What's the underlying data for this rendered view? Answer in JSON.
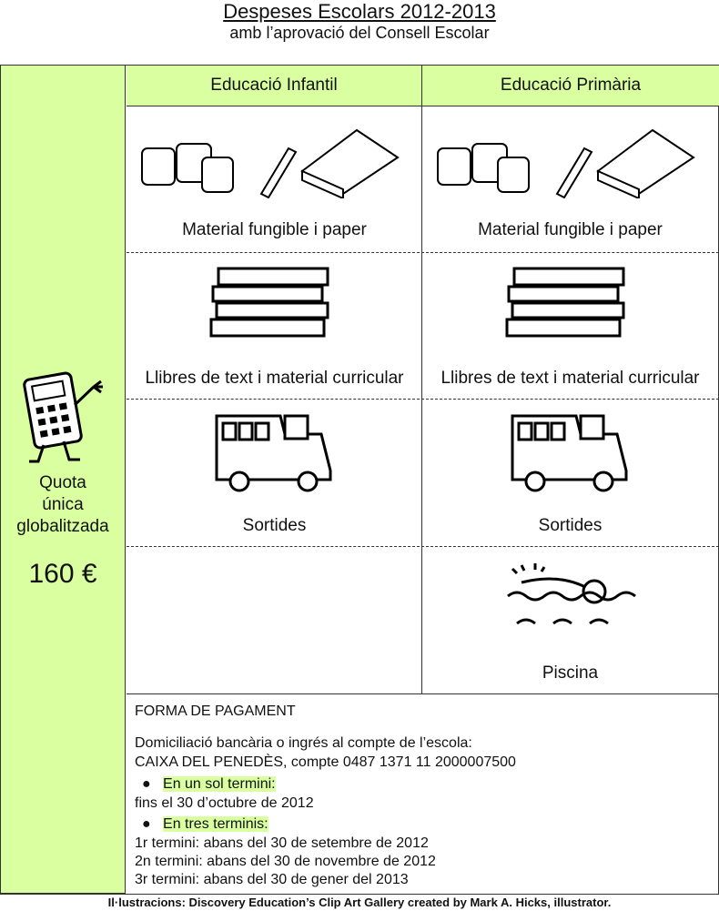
{
  "header": {
    "title": "Despeses Escolars 2012-2013",
    "subtitle": "amb l’aprovació del Consell Escolar"
  },
  "quota": {
    "label_lines": [
      "Quota",
      "única",
      "globalitzada"
    ],
    "amount": "160 €"
  },
  "columns": [
    "Educació Infantil",
    "Educació Primària"
  ],
  "rows": [
    {
      "infantil": "Material fungible i paper",
      "primaria": "Material fungible i paper",
      "icon": "art-supplies"
    },
    {
      "infantil": "Llibres de text i material curricular",
      "primaria": "Llibres de text i material curricular",
      "icon": "books"
    },
    {
      "infantil": "Sortides",
      "primaria": "Sortides",
      "icon": "bus"
    },
    {
      "infantil": "",
      "primaria": "Piscina",
      "icon": "swimmer"
    }
  ],
  "payment": {
    "title": "FORMA DE PAGAMENT",
    "intro": "Domiciliació bancària o ingrés al compte de l’escola:",
    "account": "CAIXA DEL PENEDÈS, compte 0487 1371 11 2000007500",
    "option1": "En un sol termini:",
    "option1_detail": "fins el 30 d’octubre de 2012",
    "option2": "En tres terminis:",
    "terms": [
      "1r termini: abans del 30 de setembre de 2012",
      "2n termini: abans del 30 de novembre de 2012",
      "3r termini: abans del 30 de gener del 2013"
    ]
  },
  "credit": "Il·lustracions: Discovery Education’s Clip Art Gallery created by Mark A. Hicks, illustrator.",
  "colors": {
    "accent": "#d9ffa0"
  }
}
